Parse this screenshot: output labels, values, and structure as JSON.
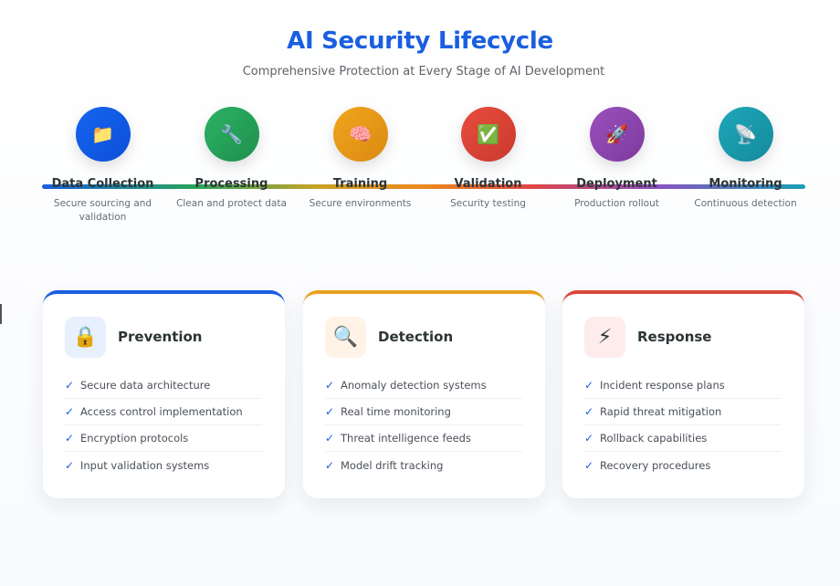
{
  "header": {
    "title": "AI Security Lifecycle",
    "subtitle": "Comprehensive Protection at Every Stage of AI Development"
  },
  "timeline": {
    "gradient_colors": [
      "#1a5fe0",
      "#27a35a",
      "#c9a227",
      "#ec8a1c",
      "#e04545",
      "#8e4fc0",
      "#1a9fb5"
    ],
    "stages": [
      {
        "name": "Data Collection",
        "description": "Secure sourcing and validation",
        "icon": "folder-icon",
        "glyph": "📁",
        "color": "#1a5fe0"
      },
      {
        "name": "Processing",
        "description": "Clean and protect data",
        "icon": "wrench-icon",
        "glyph": "🔧",
        "color": "#27a35a"
      },
      {
        "name": "Training",
        "description": "Secure environments",
        "icon": "brain-icon",
        "glyph": "🧠",
        "color": "#ec9a1c"
      },
      {
        "name": "Validation",
        "description": "Security testing",
        "icon": "check-box-icon",
        "glyph": "✅",
        "color": "#e04535"
      },
      {
        "name": "Deployment",
        "description": "Production rollout",
        "icon": "rocket-icon",
        "glyph": "🚀",
        "color": "#8e44ad"
      },
      {
        "name": "Monitoring",
        "description": "Continuous detection",
        "icon": "satellite-dish-icon",
        "glyph": "📡",
        "color": "#1a9fb5"
      }
    ]
  },
  "cards": [
    {
      "title": "Prevention",
      "icon": "lock-icon",
      "glyph": "🔒",
      "accent": "#1a5fe0",
      "icon_bg": "#e8f0fe",
      "items": [
        "Secure data architecture",
        "Access control implementation",
        "Encryption protocols",
        "Input validation systems"
      ]
    },
    {
      "title": "Detection",
      "icon": "magnifier-icon",
      "glyph": "🔍",
      "accent": "#e8a020",
      "icon_bg": "#fef3e6",
      "items": [
        "Anomaly detection systems",
        "Real time monitoring",
        "Threat intelligence feeds",
        "Model drift tracking"
      ]
    },
    {
      "title": "Response",
      "icon": "lightning-icon",
      "glyph": "⚡",
      "accent": "#d9483b",
      "icon_bg": "#fdeceb",
      "items": [
        "Incident response plans",
        "Rapid threat mitigation",
        "Rollback capabilities",
        "Recovery procedures"
      ]
    }
  ],
  "check_glyph": "✓"
}
